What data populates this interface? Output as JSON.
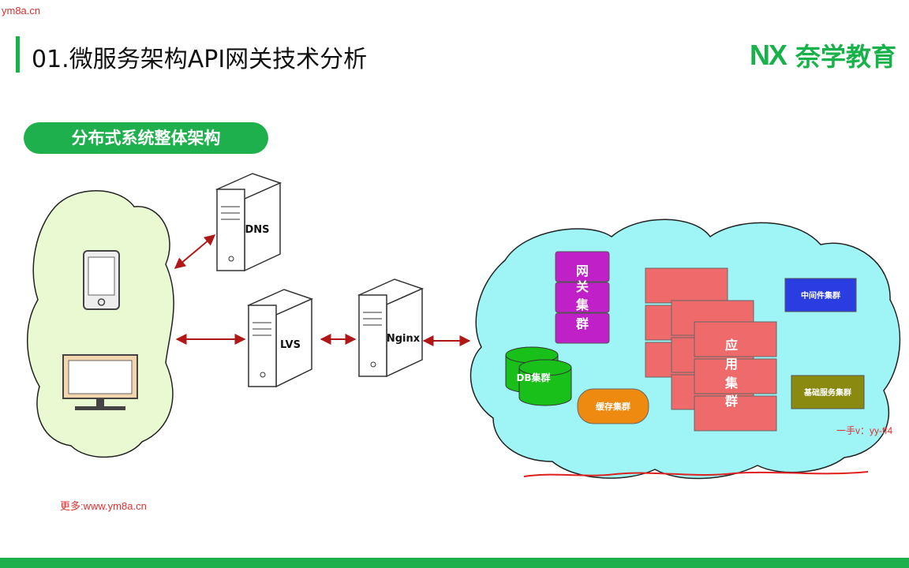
{
  "watermark_top": "ym8a.cn",
  "title": "01.微服务架构API网关技术分析",
  "logo": {
    "mark": "NX",
    "text": "奈学教育"
  },
  "section_label": "分布式系统整体架构",
  "servers": {
    "dns": "DNS",
    "lvs": "LVS",
    "nginx": "Nginx"
  },
  "clusters": {
    "gateway": [
      "网",
      "关",
      "集",
      "群"
    ],
    "app": [
      "应",
      "用",
      "集",
      "群"
    ],
    "db": "DB集群",
    "cache": "缓存集群",
    "middleware": "中间件集群",
    "base_service": "基础服务集群"
  },
  "contact": "一手v：yy-ff4",
  "footer_link": "更多:www.ym8a.cn",
  "colors": {
    "brand_green": "#1fb04e",
    "client_cloud": "#e9f9d2",
    "server_cloud": "#9ff5f5",
    "gateway": "#c020c8",
    "app": "#ef6a6a",
    "db": "#19c019",
    "cache": "#ef8a10",
    "middleware": "#2a3de0",
    "base_service": "#8a8a10",
    "arrow": "#b01818"
  }
}
